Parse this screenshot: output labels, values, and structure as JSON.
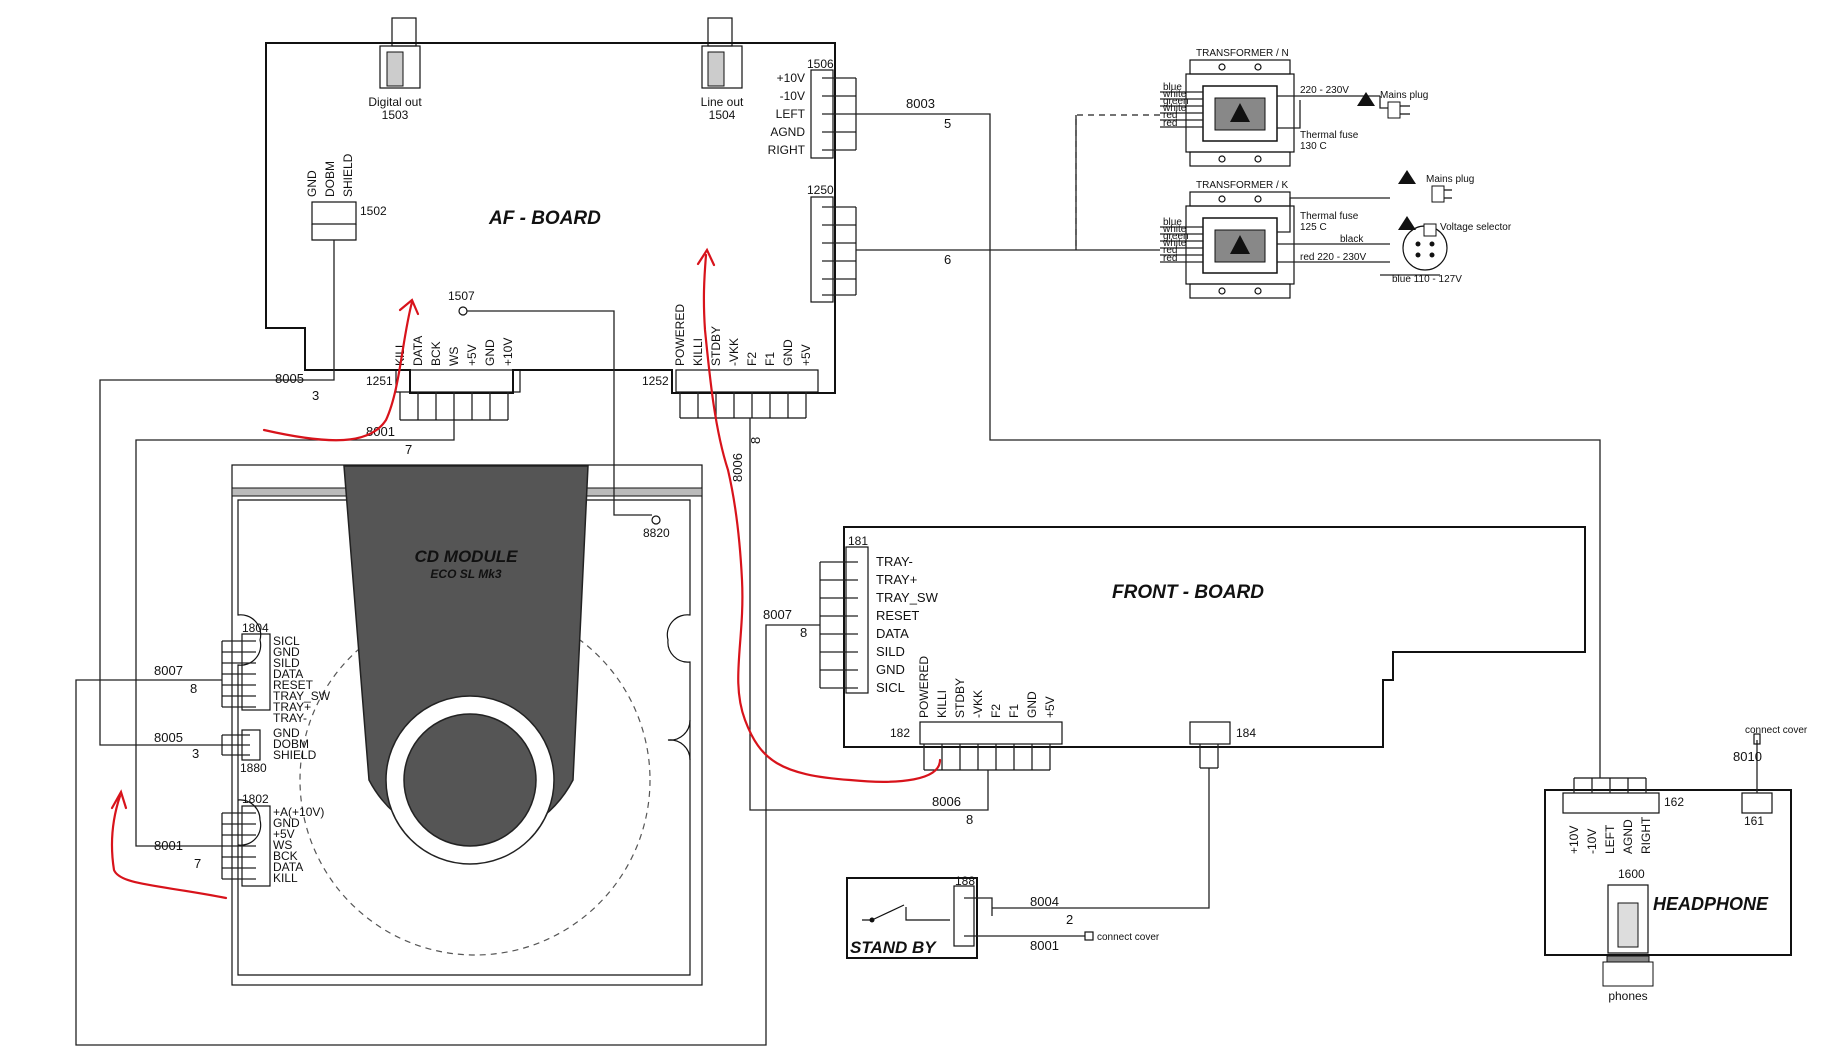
{
  "boards": {
    "af": "AF - BOARD",
    "front": "FRONT - BOARD",
    "headphone": "HEADPHONE",
    "standby": "STAND BY",
    "cd_title": "CD MODULE",
    "cd_subtitle": "ECO SL Mk3"
  },
  "af_board": {
    "digital_out": "Digital out",
    "digital_out_id": "1503",
    "line_out": "Line out",
    "line_out_id": "1504",
    "c1506": "1506",
    "c1506_pins": [
      "+10V",
      "-10V",
      "LEFT",
      "AGND",
      "RIGHT"
    ],
    "c1250": "1250",
    "c1502": "1502",
    "c1502_pins": [
      "GND",
      "DOBM",
      "SHIELD"
    ],
    "c1507": "1507",
    "c1251": "1251",
    "c1251_pins": [
      "KILL",
      "DATA",
      "BCK",
      "WS",
      "+5V",
      "GND",
      "+10V"
    ],
    "c1252": "1252",
    "c1252_pins": [
      "POWERED",
      "KILLI",
      "STDBY",
      "-VKK",
      "F2",
      "F1",
      "GND",
      "+5V"
    ]
  },
  "cables": {
    "w8003": "8003",
    "w8003_n": "5",
    "w8003b_n": "6",
    "w8005": "8005",
    "w8005_n": "3",
    "w8001": "8001",
    "w8001_n": "7",
    "w8006": "8006",
    "w8006_n": "8",
    "w8007": "8007",
    "w8007_n": "8",
    "w8004": "8004",
    "w8004_n": "2",
    "w8010": "8010",
    "w8820": "8820"
  },
  "cd_module": {
    "c1804": "1804",
    "c1804_pins": [
      "SICL",
      "GND",
      "SILD",
      "DATA",
      "RESET",
      "TRAY_SW",
      "TRAY+",
      "TRAY-"
    ],
    "c1880": "1880",
    "c1880_pins": [
      "GND",
      "DOBM",
      "SHIELD"
    ],
    "c1802": "1802",
    "c1802_pins": [
      "+A(+10V)",
      "GND",
      "+5V",
      "WS",
      "BCK",
      "DATA",
      "KILL"
    ]
  },
  "front_board": {
    "c181": "181",
    "c181_pins": [
      "TRAY-",
      "TRAY+",
      "TRAY_SW",
      "RESET",
      "DATA",
      "SILD",
      "GND",
      "SICL"
    ],
    "c182": "182",
    "c182_pins": [
      "POWERED",
      "KILLI",
      "STDBY",
      "-VKK",
      "F2",
      "F1",
      "GND",
      "+5V"
    ],
    "c184": "184"
  },
  "headphone_board": {
    "c162": "162",
    "c162_pins": [
      "+10V",
      "-10V",
      "LEFT",
      "AGND",
      "RIGHT"
    ],
    "c161": "161",
    "c1600": "1600",
    "phones": "phones",
    "connect_cover": "connect cover"
  },
  "standby": {
    "c188": "188",
    "connect_cover": "connect cover"
  },
  "transformer_n": {
    "title": "TRANSFORMER / N",
    "wires": [
      "blue",
      "white",
      "green",
      "white",
      "red",
      "red"
    ],
    "voltage": "220 - 230V",
    "fuse": "Thermal fuse",
    "fuse_temp": "130 C",
    "plug": "Mains plug"
  },
  "transformer_k": {
    "title": "TRANSFORMER / K",
    "wires": [
      "blue",
      "white",
      "green",
      "white",
      "red",
      "red"
    ],
    "fuse": "Thermal fuse",
    "fuse_temp": "125 C",
    "black": "black",
    "red_v": "red 220 - 230V",
    "blue_v": "blue 110 - 127V",
    "plug": "Mains plug",
    "selector": "Voltage selector"
  }
}
